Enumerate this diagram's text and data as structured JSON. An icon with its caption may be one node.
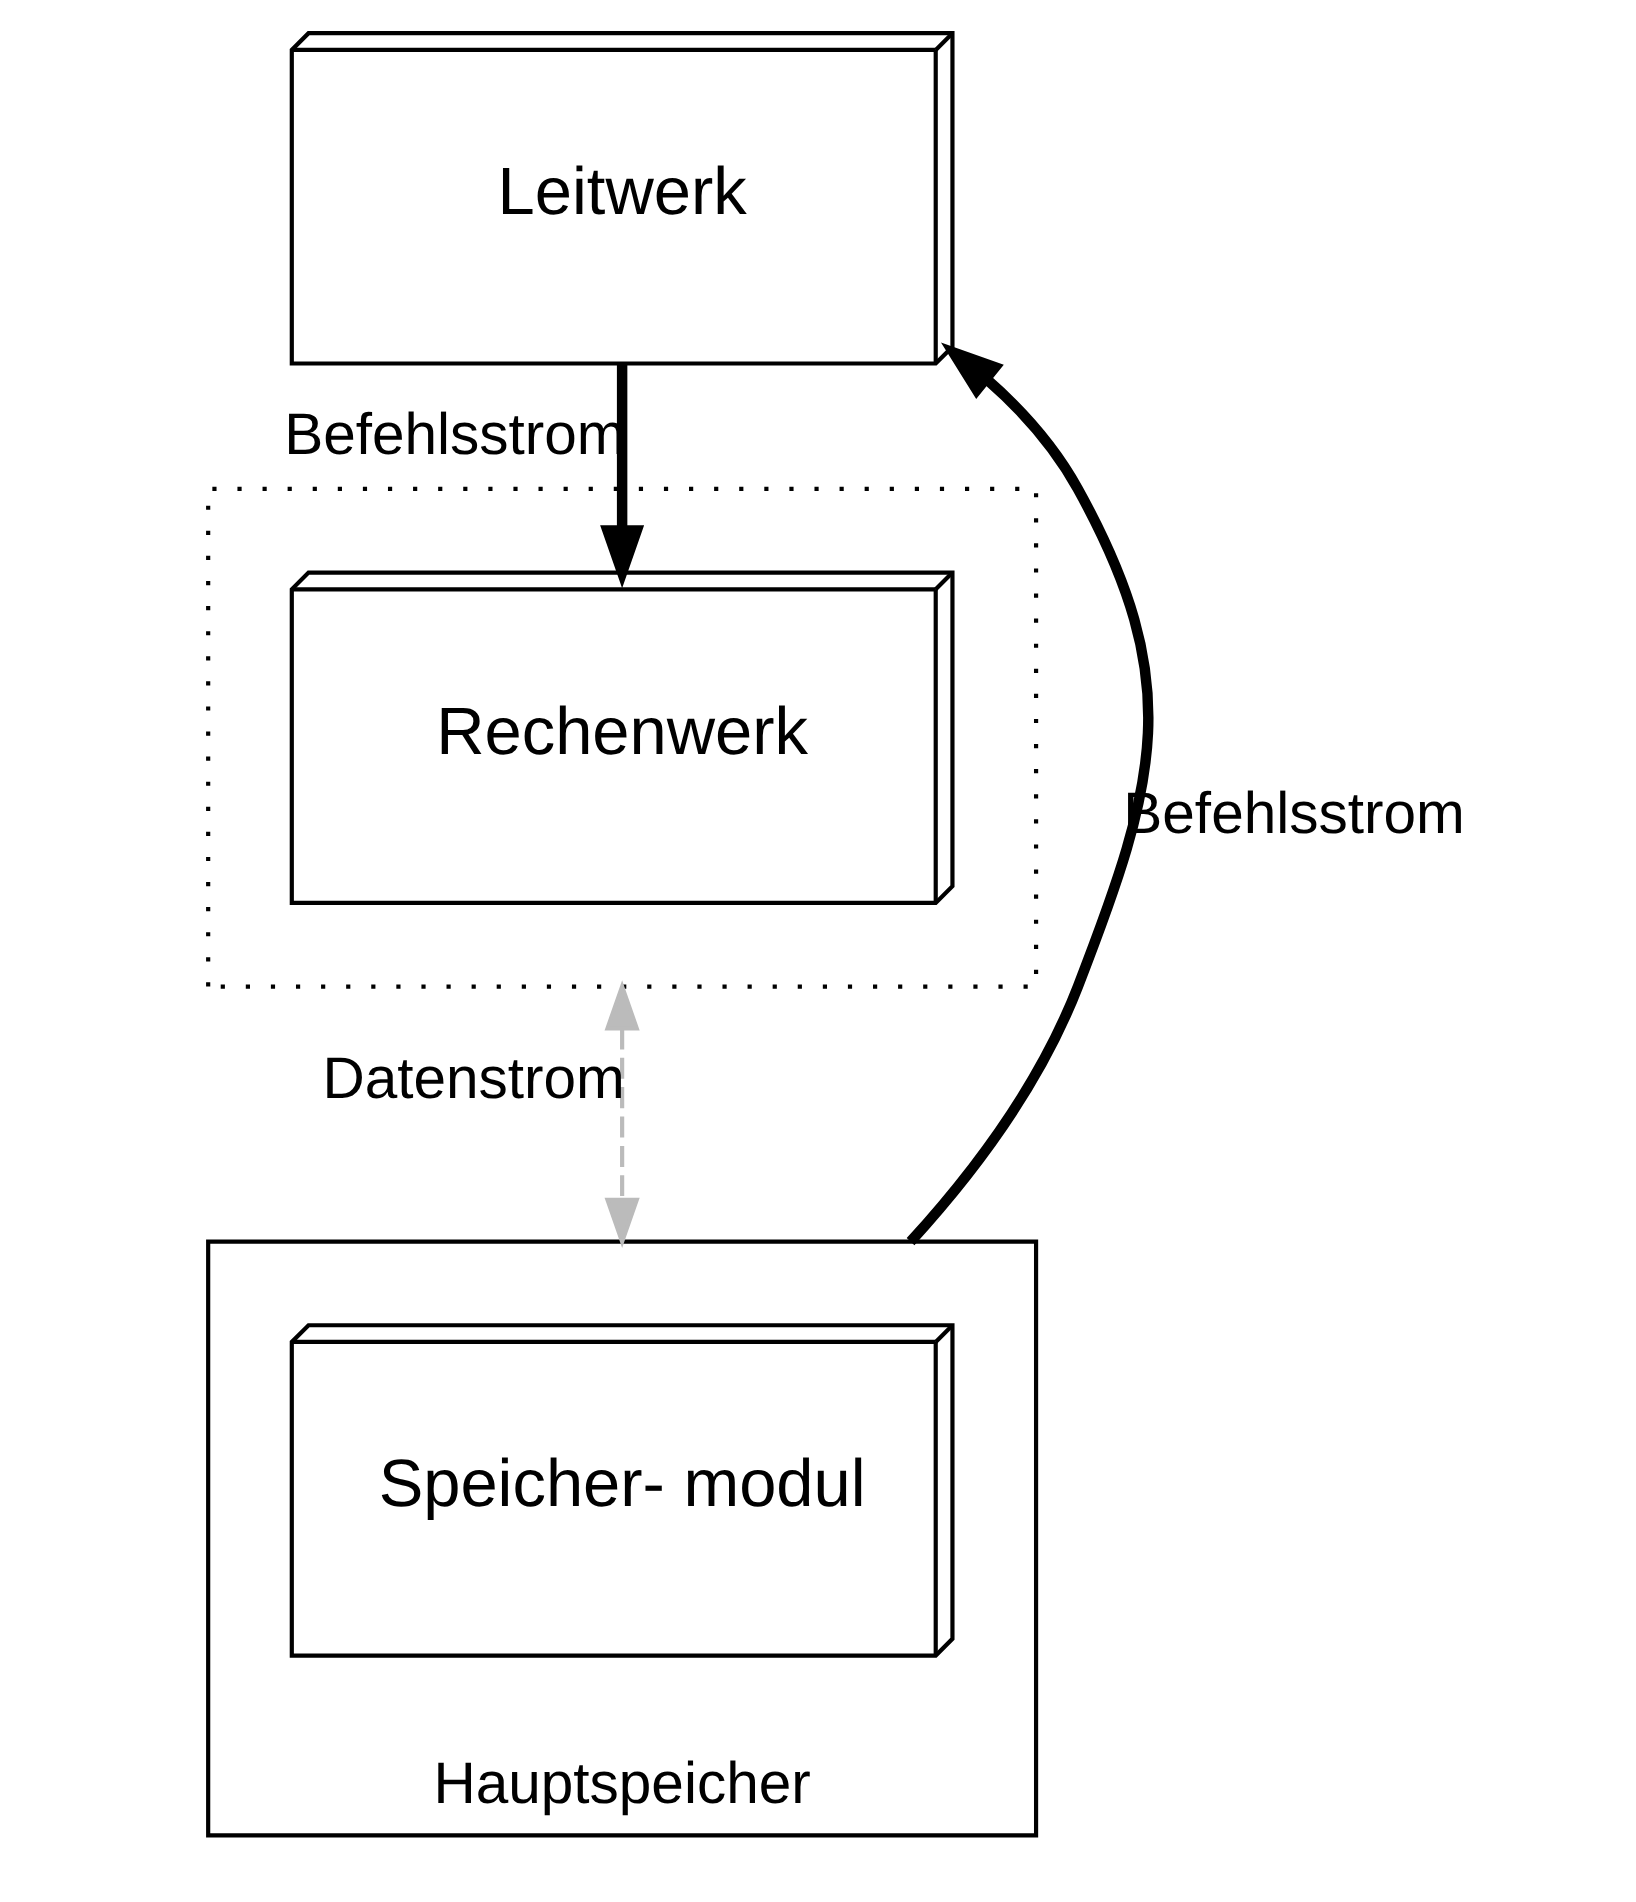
{
  "diagram": {
    "nodes": [
      {
        "text": [
          "Leitwerk"
        ]
      },
      {
        "text": [],
        "shape": "box"
      },
      {
        "text": [
          "Rechenwerk"
        ],
        "in": 1
      },
      {
        "text": [
          "Hauptspeicher"
        ]
      },
      {
        "text": [
          "Speicher- modul"
        ],
        "in": 3
      }
    ],
    "edges": [
      {
        "from": 0,
        "to": 2,
        "arrow": "to",
        "label": "Befehlsstrom"
      },
      {
        "from": 1,
        "to": 3,
        "arrow": "both",
        "label": "Datenstrom",
        "style": "dashed",
        "color": "#bbbbbb"
      },
      {
        "from": 3,
        "to": 0,
        "arrow": "to",
        "label": "Befehlsstrom"
      }
    ]
  }
}
